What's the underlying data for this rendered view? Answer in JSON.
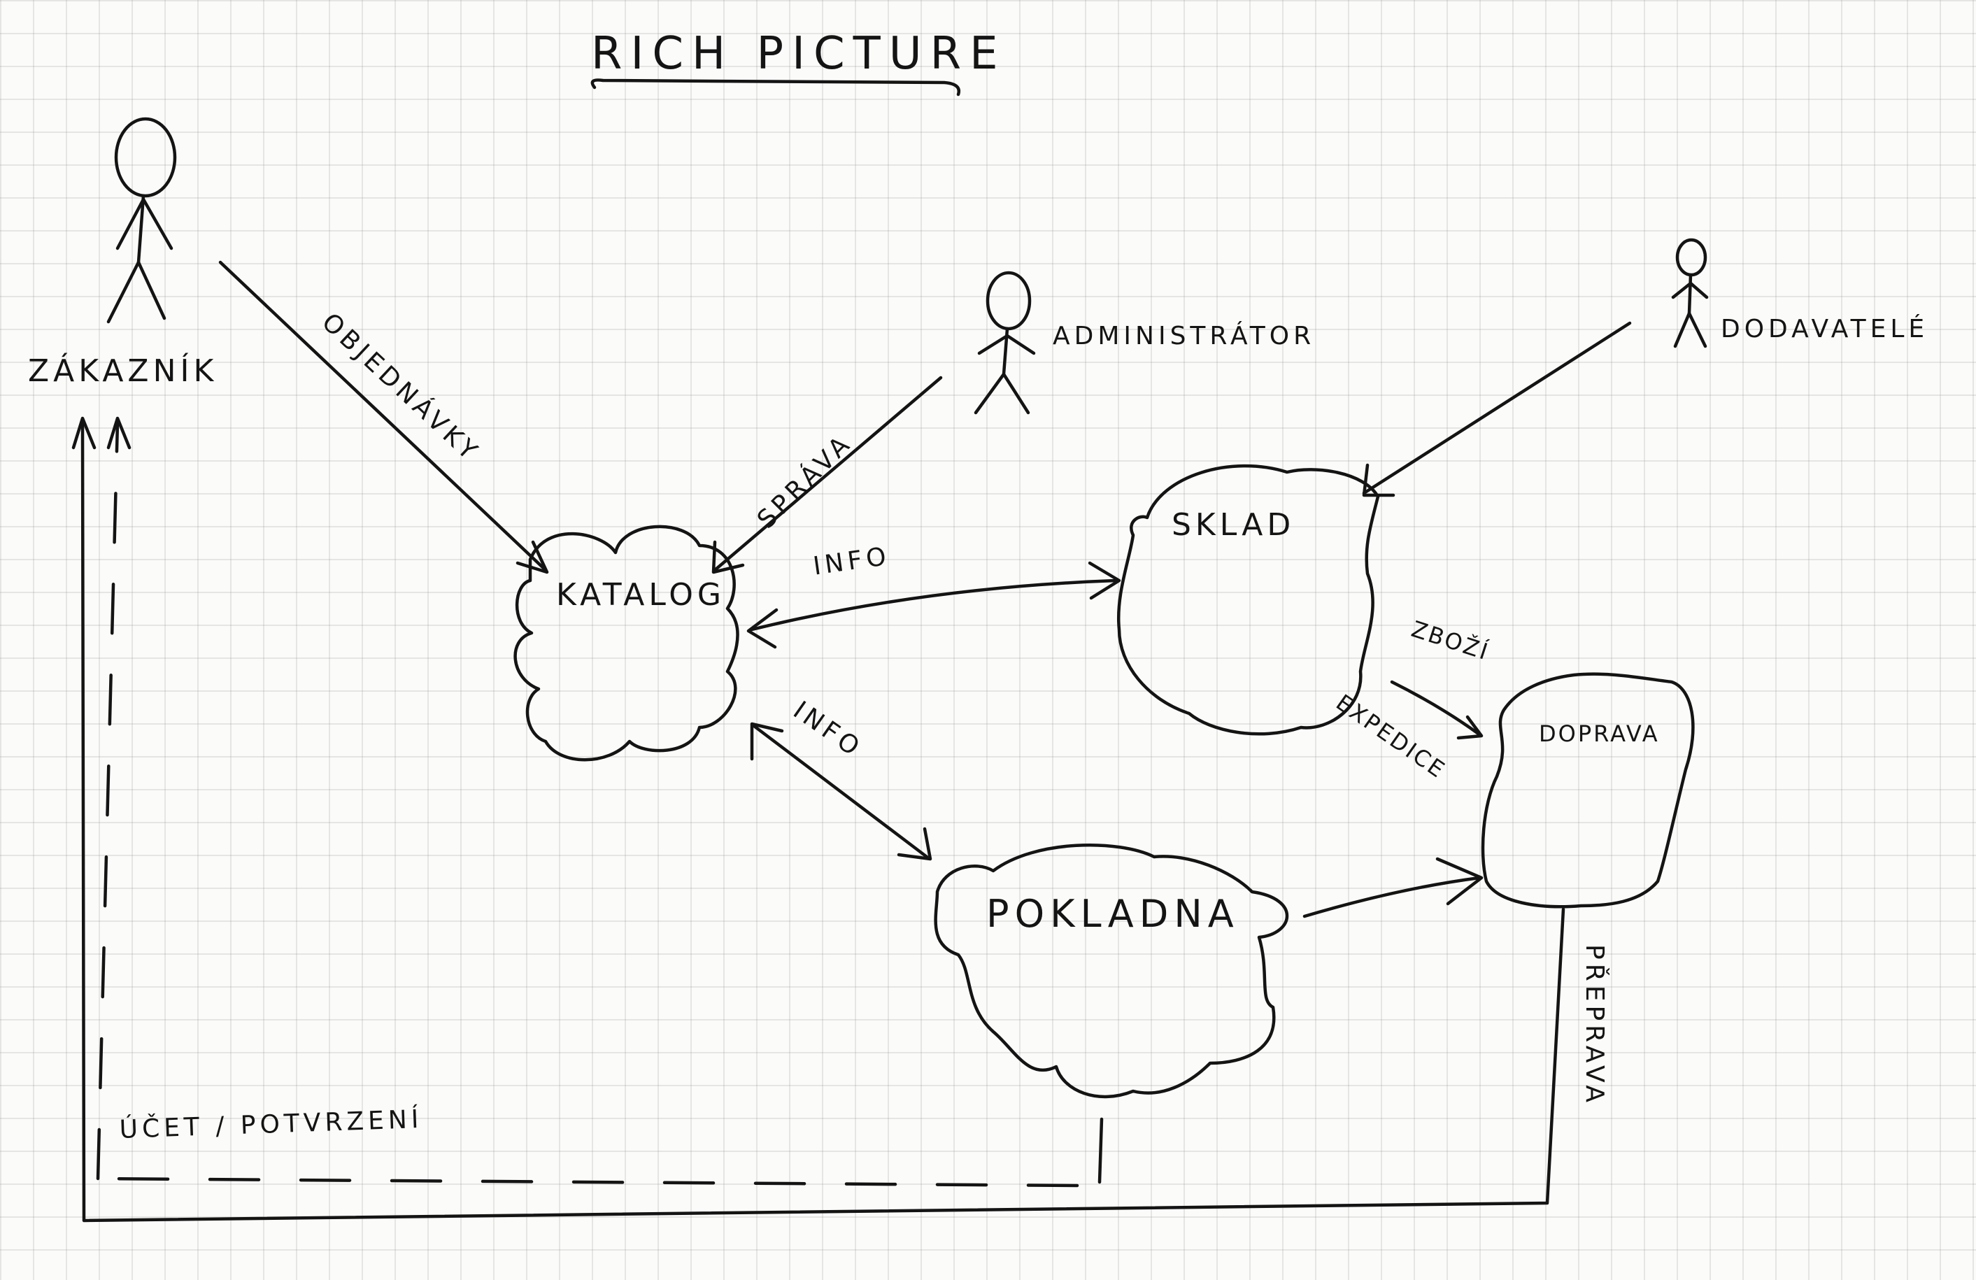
{
  "title": "RICH PICTURE",
  "actors": {
    "customer": "ZÁKAZNÍK",
    "administrator": "ADMINISTRÁTOR",
    "suppliers": "DODAVATELÉ"
  },
  "processes": {
    "catalog": "KATALOG",
    "warehouse": "SKLAD",
    "checkout": "POKLADNA",
    "shipping": "DOPRAVA"
  },
  "flows": {
    "orders": "OBJEDNÁVKY",
    "management": "SPRÁVA",
    "info_catalog_warehouse": "INFO",
    "info_catalog_checkout": "INFO",
    "goods": "ZBOŽÍ",
    "dispatch": "EXPEDICE",
    "transport": "PŘEPRAVA",
    "account_confirmation": "ÚČET / POTVRZENÍ"
  }
}
